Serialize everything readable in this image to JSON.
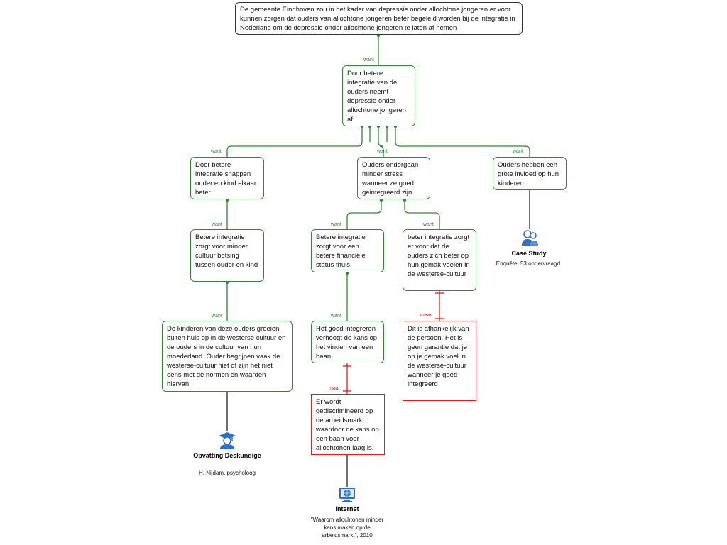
{
  "root": "De gemeente Eindhoven zou in het kader van depressie onder allochtone jongeren er voor kunnen zorgen dat ouders van allochtone jongeren  beter begeleid worden bij de integratie in Nederland om de depressie onder allochtone jongeren te laten af nemen",
  "nodes": {
    "main": "Door betere integratie van de ouders neemt depressie onder allochtone jongeren af",
    "left1": "Door betere integratie snappen ouder en kind elkaar beter",
    "mid1": "Ouders ondergaan minder stress wanneer ze goed geintegreerd zijn",
    "right1": "Ouders hebben een grote invloed op hun kinderen",
    "left2": "Betere integratie zorgt voor minder cultuur botsing tussen ouder en kind",
    "mid2a": "Betere integratie zorgt voor een betere financiële status thuis.",
    "mid2b": "beter integratie zorgt er voor dat de ouders zich beter op hun gemak voelen in de westerse-cultuur",
    "left3": "De kinderen van deze ouders groeien buiten huis op in de westerse cultuur en de ouders in de cultuur van hun moederland. Ouder begrijpen vaak de westerse-cultuur niet of zijn het niet eens met de normen en waarden hiervan.",
    "mid3": "Het goed integreren verhoogt de kans op het vinden van een baan",
    "con1": "Er wordt gediscrimineerd op de arbeidsmarkt waardoor de kans op een baan voor allochtonen laag is.",
    "con2": "Dit is afhankelijk van de persoon. Het is geen garantie dat je op je gemak voel in de westerse-cultuur wanneer je goed integreerd"
  },
  "link_labels": {
    "support": "want",
    "objection": "maar"
  },
  "sources": {
    "case_study": {
      "icon": "person-group-icon",
      "title": "Case Study",
      "sub": "Enquête, 53 ondervraagd."
    },
    "expert": {
      "icon": "graduate-icon",
      "title": "Opvatting Deskundige",
      "sub": "H. Nijdam, psycholoog"
    },
    "internet": {
      "icon": "globe-monitor-icon",
      "title": "Internet",
      "sub": "\"Waarom allochtonen minder kans maken op de arbeidsmarkt\", 2010"
    }
  },
  "colors": {
    "support": "#2e8b2e",
    "objection": "#e02020",
    "source_line": "#222222",
    "icon_blue": "#2f6fc9"
  }
}
